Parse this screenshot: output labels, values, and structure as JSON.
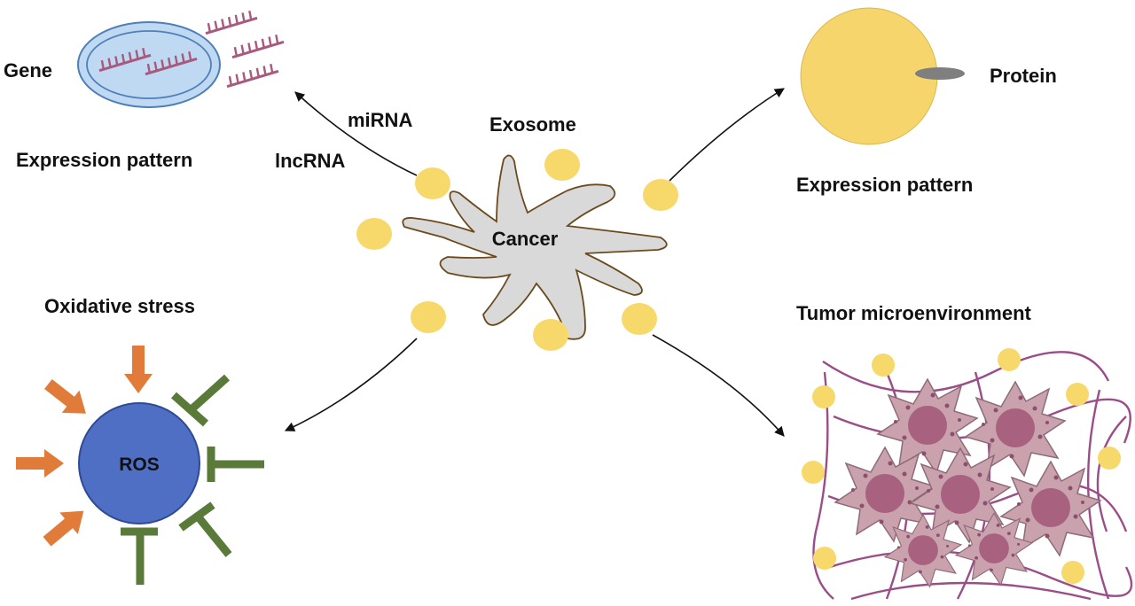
{
  "labels": {
    "gene": "Gene",
    "gene_expression": "Expression pattern",
    "mirna": "miRNA",
    "lncrna": "lncRNA",
    "exosome": "Exosome",
    "cancer": "Cancer",
    "protein": "Protein",
    "protein_expression": "Expression pattern",
    "oxidative_stress": "Oxidative stress",
    "ros": "ROS",
    "tumor_microenvironment": "Tumor microenvironment"
  },
  "colors": {
    "exosome": "#F7D96B",
    "cancer_fill": "#D9D9D9",
    "cancer_stroke": "#6B4A1E",
    "nucleus_fill": "#BFD9F2",
    "nucleus_stroke": "#4F7FB8",
    "rna": "#A85A7E",
    "protein_cell": "#F6D66C",
    "protein_bar": "#7F7F7F",
    "ros": "#4F6FC4",
    "promote_arrow": "#E07B39",
    "inhibit_bar": "#5A7A3A",
    "tumor_cell": "#C9A2AE",
    "tumor_nucleus": "#A8617F",
    "fiber": "#9B4D87",
    "arrow": "#111111"
  }
}
